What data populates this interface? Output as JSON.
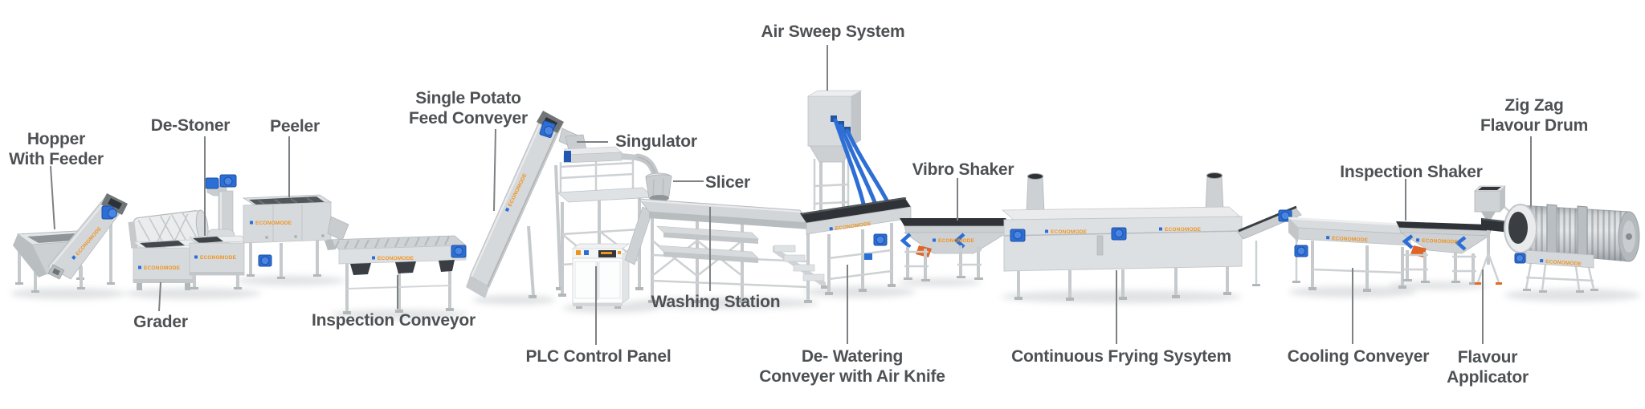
{
  "brand": {
    "name": "ECONOMODE",
    "color": "#f0931d"
  },
  "colors": {
    "label_text": "#4e5154",
    "leader_line": "#7d8184",
    "accent_blue": "#2b6fd6",
    "accent_blue_dark": "#1d4fa6",
    "brand_orange": "#f0931d",
    "clamp_orange": "#df6426",
    "machine_light": "#ebedee",
    "machine_mid": "#d7dadc",
    "machine_dark": "#c2c6c9",
    "belt_dark": "#2f3337",
    "background": "#ffffff"
  },
  "icons": {
    "motor": "gear-motor",
    "air_hose": "flexible-hose",
    "brand_mark": "blue-square"
  },
  "labels": {
    "hopper_with_feeder": "Hopper\nWith Feeder",
    "de_stoner": "De-Stoner",
    "peeler": "Peeler",
    "grader": "Grader",
    "inspection_conveyor": "Inspection Conveyor",
    "single_potato_feed_conveyer": "Single Potato\nFeed Conveyer",
    "singulator": "Singulator",
    "slicer": "Slicer",
    "washing_station": "Washing Station",
    "plc_control_panel": "PLC Control Panel",
    "air_sweep_system": "Air Sweep System",
    "de_watering_conveyer": "De- Watering\nConveyer with Air Knife",
    "vibro_shaker": "Vibro Shaker",
    "continuous_frying_system": "Continuous Frying Sysytem",
    "cooling_conveyer": "Cooling Conveyer",
    "inspection_shaker": "Inspection Shaker",
    "flavour_applicator": "Flavour\nApplicator",
    "zig_zag_flavour_drum": "Zig Zag\nFlavour Drum"
  }
}
